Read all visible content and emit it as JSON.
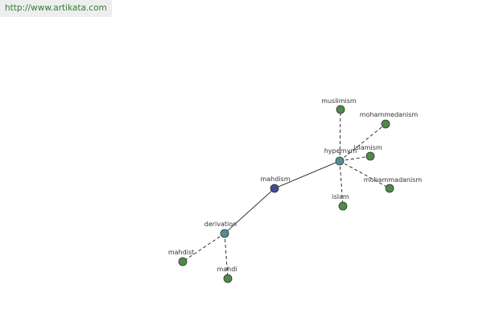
{
  "header": {
    "url": "http://www.artikata.com"
  },
  "colors": {
    "central": "#3f4e93",
    "relation": "#4e8f95",
    "leaf": "#4e8a49"
  },
  "graph": {
    "nodes": [
      {
        "id": "mahdism",
        "label": "mahdism",
        "kind": "central"
      },
      {
        "id": "hypernym",
        "label": "hypernym",
        "kind": "relation"
      },
      {
        "id": "derivation",
        "label": "derivation",
        "kind": "relation"
      },
      {
        "id": "muslimism",
        "label": "muslimism",
        "kind": "leaf"
      },
      {
        "id": "mohammedanism",
        "label": "mohammedanism",
        "kind": "leaf"
      },
      {
        "id": "islamism",
        "label": "islamism",
        "kind": "leaf"
      },
      {
        "id": "mohammadanism",
        "label": "mohammadanism",
        "kind": "leaf"
      },
      {
        "id": "islam",
        "label": "islam",
        "kind": "leaf"
      },
      {
        "id": "mahdist",
        "label": "mahdist",
        "kind": "leaf"
      },
      {
        "id": "mahdi",
        "label": "mahdi",
        "kind": "leaf"
      }
    ],
    "edges": [
      {
        "from": "mahdism",
        "to": "hypernym",
        "style": "solid"
      },
      {
        "from": "mahdism",
        "to": "derivation",
        "style": "solid"
      },
      {
        "from": "hypernym",
        "to": "muslimism",
        "style": "dashed"
      },
      {
        "from": "hypernym",
        "to": "mohammedanism",
        "style": "dashed"
      },
      {
        "from": "hypernym",
        "to": "islamism",
        "style": "dashed"
      },
      {
        "from": "hypernym",
        "to": "mohammadanism",
        "style": "dashed"
      },
      {
        "from": "hypernym",
        "to": "islam",
        "style": "dashed"
      },
      {
        "from": "derivation",
        "to": "mahdist",
        "style": "dashed"
      },
      {
        "from": "derivation",
        "to": "mahdi",
        "style": "dashed"
      }
    ]
  }
}
